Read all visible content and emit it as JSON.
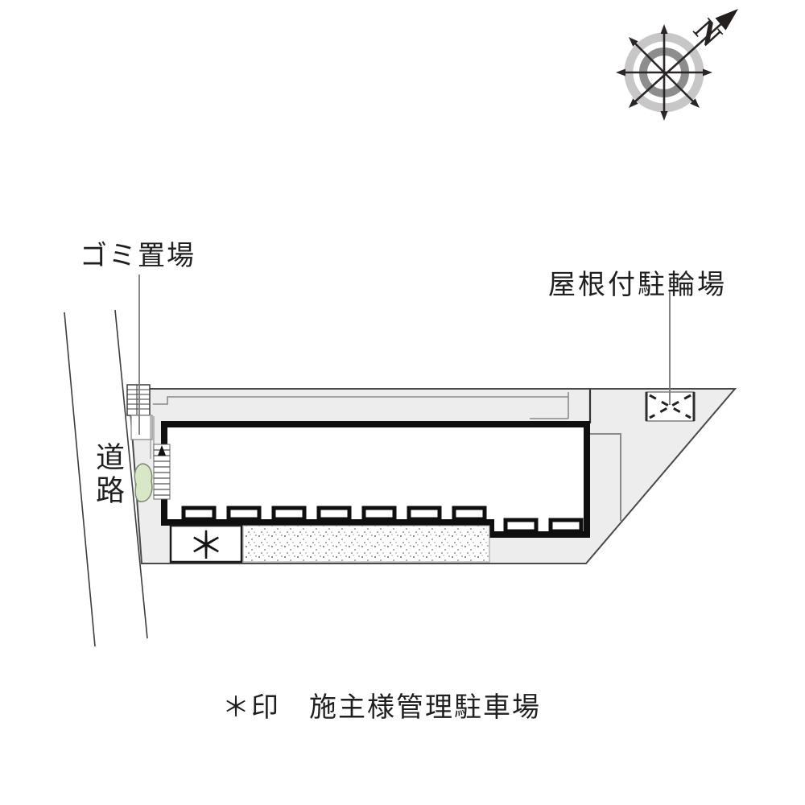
{
  "compass": {
    "north_label": "N",
    "icon": "compass-rose-icon",
    "outer_ring_color": "#c7c7c7",
    "inner_ring_color": "#8d8d8d",
    "arrow_color": "#2b2726"
  },
  "plan": {
    "garbage_label": "ゴミ置場",
    "bicycle_label": "屋根付駐輪場",
    "road_label": "道路",
    "owner_mark": "＊",
    "bicycle_box_icon": "dashed-x-box-icon",
    "site_fill": "#ededed",
    "building_fill": "#ffffff",
    "wall_color": "#0f0f0f",
    "bush_fill": "#d8e8c6",
    "guide_line_color": "#8a8a8a"
  },
  "footnote": {
    "text": "＊印　施主様管理駐車場"
  }
}
